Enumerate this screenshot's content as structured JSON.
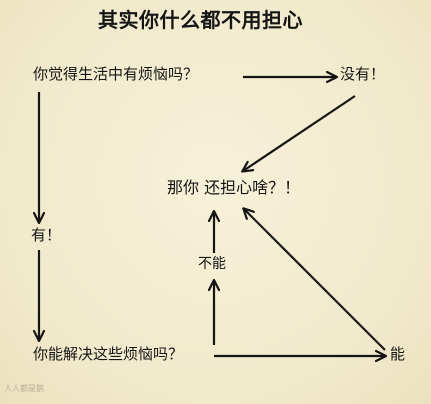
{
  "title": "其实你什么都不用担心",
  "nodes": {
    "q1": "你觉得生活中有烦恼吗？",
    "no": "没有！",
    "center": "那你 还担心啥？！",
    "yes": "有！",
    "q2": "你能解决这些烦恼吗？",
    "cannot": "不能",
    "can": "能"
  },
  "watermark": "人人都是鹅",
  "colors": {
    "background": "#f4edd2",
    "ink": "#151515"
  }
}
